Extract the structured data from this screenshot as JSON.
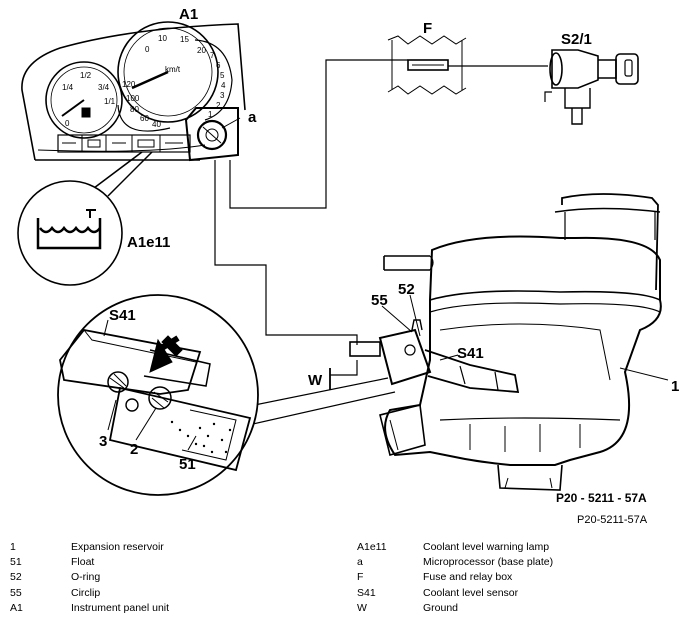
{
  "labels": {
    "A1": "A1",
    "F": "F",
    "S2_1": "S2/1",
    "a": "a",
    "A1e11": "A1e11",
    "n55": "55",
    "n52": "52",
    "S41_right": "S41",
    "S41_left": "S41",
    "W": "W",
    "n1": "1",
    "n3": "3",
    "n2": "2",
    "n51": "51",
    "figure_code": "P20 - 5211 - 57A"
  },
  "gauge_small": {
    "ticks": [
      "0",
      "1/4",
      "1/2",
      "3/4",
      "1/1"
    ]
  },
  "gauge_speedo": {
    "ticks": [
      "0",
      "10",
      "15",
      "20"
    ],
    "unit": "km/t"
  },
  "gauge_tacho": {
    "ticks": [
      "7",
      "6",
      "5",
      "4",
      "3",
      "2",
      "1"
    ]
  },
  "gauge_lower": {
    "ticks": [
      "120",
      "100",
      "80",
      "60",
      "40"
    ]
  },
  "caption_code": "P20-5211-57A",
  "legend_left": [
    {
      "key": "1",
      "text": "Expansion reservoir"
    },
    {
      "key": "51",
      "text": "Float"
    },
    {
      "key": "52",
      "text": "O-ring"
    },
    {
      "key": "55",
      "text": "Circlip"
    },
    {
      "key": "A1",
      "text": "Instrument panel unit"
    }
  ],
  "legend_right": [
    {
      "key": "A1e11",
      "text": "Coolant level warning lamp"
    },
    {
      "key": "a",
      "text": "Microprocessor (base plate)"
    },
    {
      "key": "F",
      "text": "Fuse and relay box"
    },
    {
      "key": "S41",
      "text": "Coolant level sensor"
    },
    {
      "key": "W",
      "text": "Ground"
    }
  ]
}
